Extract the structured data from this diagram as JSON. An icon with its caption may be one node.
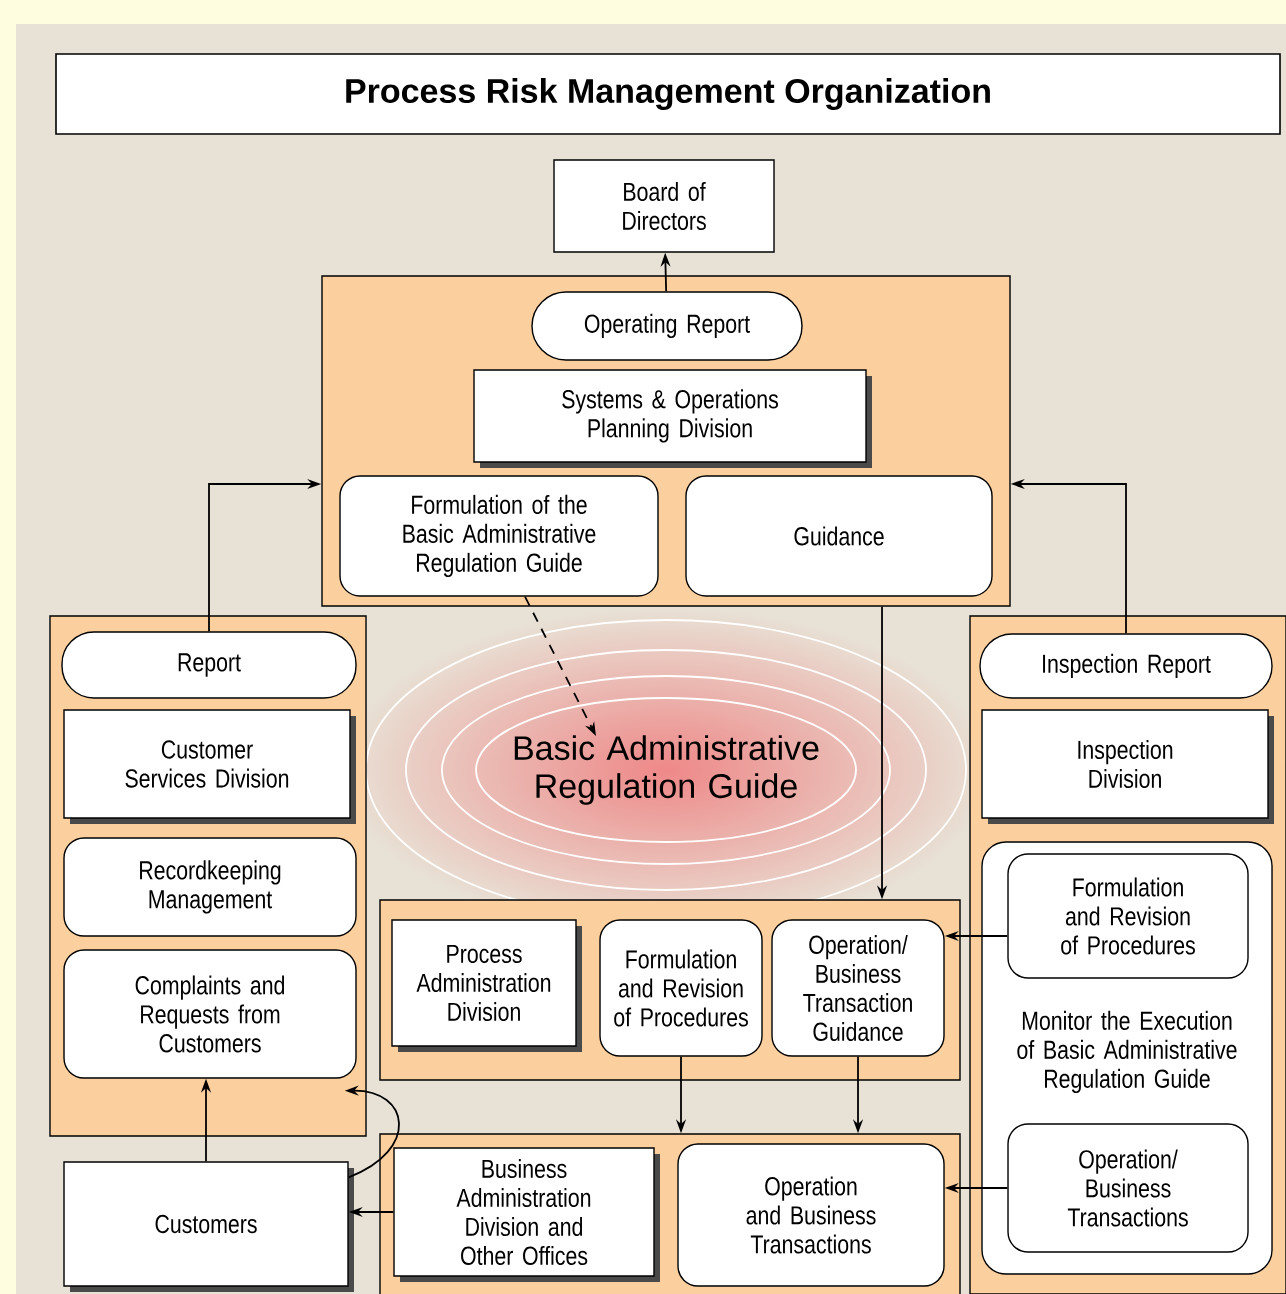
{
  "diagram": {
    "title": "Process Risk Management Organization",
    "nodes": [
      {
        "text": [
          "Board of Directors"
        ]
      },
      {
        "text": [],
        "shape": "box"
      },
      {
        "text": [
          "Operating Report"
        ],
        "in": 1
      },
      {
        "text": [
          "Systems & Operations Planning Division"
        ],
        "in": 1
      },
      {
        "text": [
          "Formulation of the Basic Administrative Regulation Guide"
        ],
        "in": 1
      },
      {
        "text": [
          "Guidance"
        ],
        "in": 1
      },
      {
        "text": [],
        "shape": "box"
      },
      {
        "text": [
          "Report"
        ],
        "in": 6
      },
      {
        "text": [
          "Customer Services Division"
        ],
        "in": 6
      },
      {
        "text": [
          "Recordkeeping Management"
        ],
        "in": 6
      },
      {
        "text": [
          "Complaints and Requests from Customers"
        ],
        "in": 6
      },
      {
        "text": [
          "Basic Administrative Regulation Guide"
        ]
      },
      {
        "text": [],
        "shape": "box"
      },
      {
        "text": [
          "Inspection Report"
        ],
        "in": 12
      },
      {
        "text": [
          "Inspection Division"
        ],
        "in": 12
      },
      {
        "text": [
          "Monitor the Execution of Basic Administrative Regulation Guide"
        ],
        "in": 12
      },
      {
        "text": [
          "Formulation and Revision of Procedures"
        ],
        "in": 15
      },
      {
        "text": [
          "Operation/ Business Transactions"
        ],
        "in": 15
      },
      {
        "text": [],
        "shape": "box"
      },
      {
        "text": [
          "Process Administration Division"
        ],
        "in": 18
      },
      {
        "text": [
          "Formulation and Revision of Procedures"
        ],
        "in": 18
      },
      {
        "text": [
          "Operation/ Business Transaction Guidance"
        ],
        "in": 18
      },
      {
        "text": [],
        "shape": "box"
      },
      {
        "text": [
          "Business Administration Division and Other Offices"
        ],
        "in": 22
      },
      {
        "text": [
          "Operation and Business Transactions"
        ],
        "in": 22
      },
      {
        "text": [
          "Customers"
        ]
      }
    ],
    "edges": [
      {
        "from": 2,
        "to": 0,
        "arrow": "to"
      },
      {
        "from": 7,
        "to": 1,
        "arrow": "to"
      },
      {
        "from": 13,
        "to": 1,
        "arrow": "to"
      },
      {
        "from": 4,
        "to": 11,
        "arrow": "to",
        "style": "dashed"
      },
      {
        "from": 1,
        "to": 18,
        "arrow": "to"
      },
      {
        "from": 20,
        "to": 22,
        "arrow": "to"
      },
      {
        "from": 21,
        "to": 22,
        "arrow": "to"
      },
      {
        "from": 16,
        "to": 21,
        "arrow": "to"
      },
      {
        "from": 17,
        "to": 24,
        "arrow": "to"
      },
      {
        "from": 23,
        "to": 25,
        "arrow": "to"
      },
      {
        "from": 25,
        "to": 10,
        "arrow": "to"
      },
      {
        "from": 25,
        "to": 10,
        "arrow": "to"
      }
    ]
  }
}
